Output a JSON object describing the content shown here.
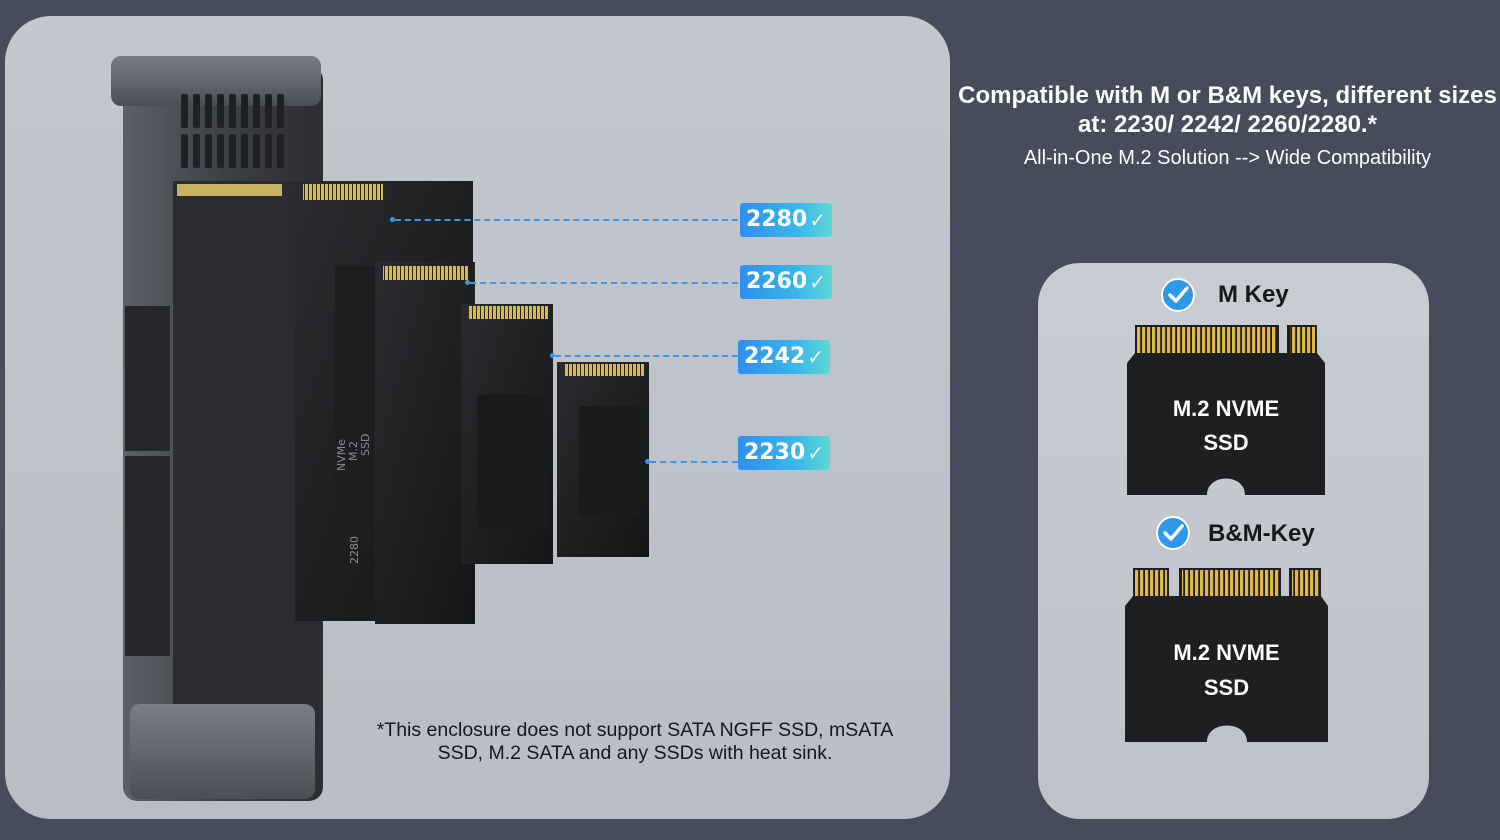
{
  "header": {
    "heading": "Compatible with M or B&M keys, different sizes at: 2230/ 2242/ 2260/2280.*",
    "subheading": "All-in-One M.2 Solution --> Wide Compatibility"
  },
  "size_tags": [
    {
      "label": "2280",
      "check": "✓"
    },
    {
      "label": "2260",
      "check": "✓"
    },
    {
      "label": "2242",
      "check": "✓"
    },
    {
      "label": "2230",
      "check": "✓"
    }
  ],
  "ssd_silkscreen": {
    "type": "NVMe",
    "interface": "M.2",
    "kind": "SSD",
    "size": "2280"
  },
  "disclaimer": "*This enclosure does not support SATA NGFF SSD, mSATA SSD, M.2 SATA and any SSDs with heat sink.",
  "keys": [
    {
      "title": "M Key",
      "chip_line1": "M.2 NVME",
      "chip_line2": "SSD"
    },
    {
      "title": "B&M-Key",
      "chip_line1": "M.2 NVME",
      "chip_line2": "SSD"
    }
  ],
  "colors": {
    "background": "#474c5b",
    "panel": "#c2c5cc",
    "tag_start": "#2f8ef0",
    "tag_end": "#5fd7d6",
    "check_badge": "#2f98ea"
  }
}
